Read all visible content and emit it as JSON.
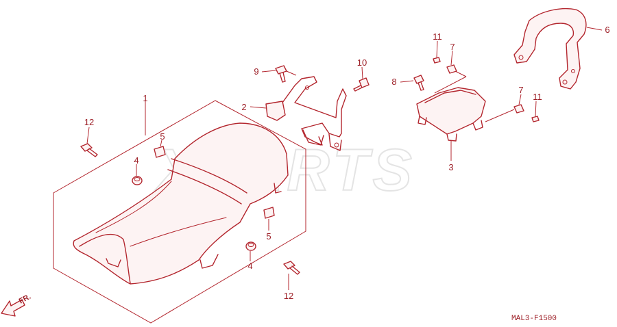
{
  "diagram": {
    "watermark": "XPARTS",
    "drawing_code": "MAL3-F1500",
    "direction_label": "FR.",
    "callouts": {
      "seat": "1",
      "seat_bracket": "2",
      "rear_cover": "3",
      "cushion_left": "4",
      "cushion_right": "4",
      "collar_left": "5",
      "collar_right": "5",
      "grab_rail": "6",
      "collar_upper": "7",
      "collar_lower": "7",
      "bolt_8": "8",
      "bolt_9": "9",
      "screw_10": "10",
      "bolt_11_upper": "11",
      "bolt_11_lower": "11",
      "bolt_12_upper": "12",
      "bolt_12_lower": "12"
    },
    "colors": {
      "line": "#b3262e",
      "text": "#9d1f27",
      "watermark": "#e4e4e4"
    }
  }
}
